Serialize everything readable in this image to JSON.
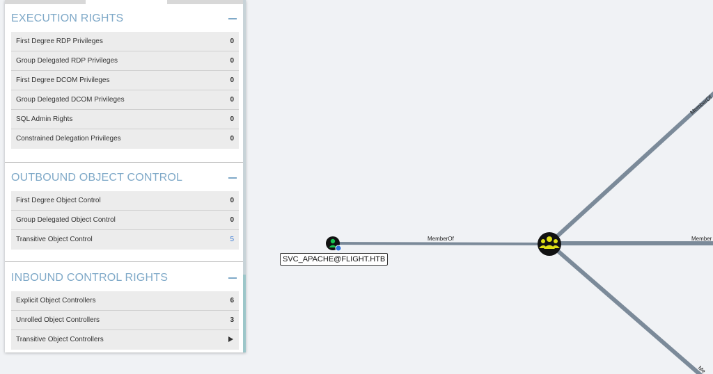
{
  "panel": {
    "sections": [
      {
        "title": "EXECUTION RIGHTS",
        "rows": [
          {
            "label": "First Degree RDP Privileges",
            "value": "0"
          },
          {
            "label": "Group Delegated RDP Privileges",
            "value": "0"
          },
          {
            "label": "First Degree DCOM Privileges",
            "value": "0"
          },
          {
            "label": "Group Delegated DCOM Privileges",
            "value": "0"
          },
          {
            "label": "SQL Admin Rights",
            "value": "0"
          },
          {
            "label": "Constrained Delegation Privileges",
            "value": "0"
          }
        ]
      },
      {
        "title": "OUTBOUND OBJECT CONTROL",
        "rows": [
          {
            "label": "First Degree Object Control",
            "value": "0"
          },
          {
            "label": "Group Delegated Object Control",
            "value": "0"
          },
          {
            "label": "Transitive Object Control",
            "value": "5"
          }
        ]
      },
      {
        "title": "INBOUND CONTROL RIGHTS",
        "rows": [
          {
            "label": "Explicit Object Controllers",
            "value": "6"
          },
          {
            "label": "Unrolled Object Controllers",
            "value": "3"
          },
          {
            "label": "Transitive Object Controllers",
            "value": ""
          }
        ]
      }
    ]
  },
  "graph": {
    "user_node_label": "SVC_APACHE@FLIGHT.HTB",
    "edge_labels": {
      "main": "MemberOf",
      "upper": "MemberOf",
      "right": "Member",
      "lower": "Me"
    },
    "colors": {
      "edge": "#7b8a99",
      "user_node": "#17c24f",
      "group_node": "#dede16"
    }
  }
}
